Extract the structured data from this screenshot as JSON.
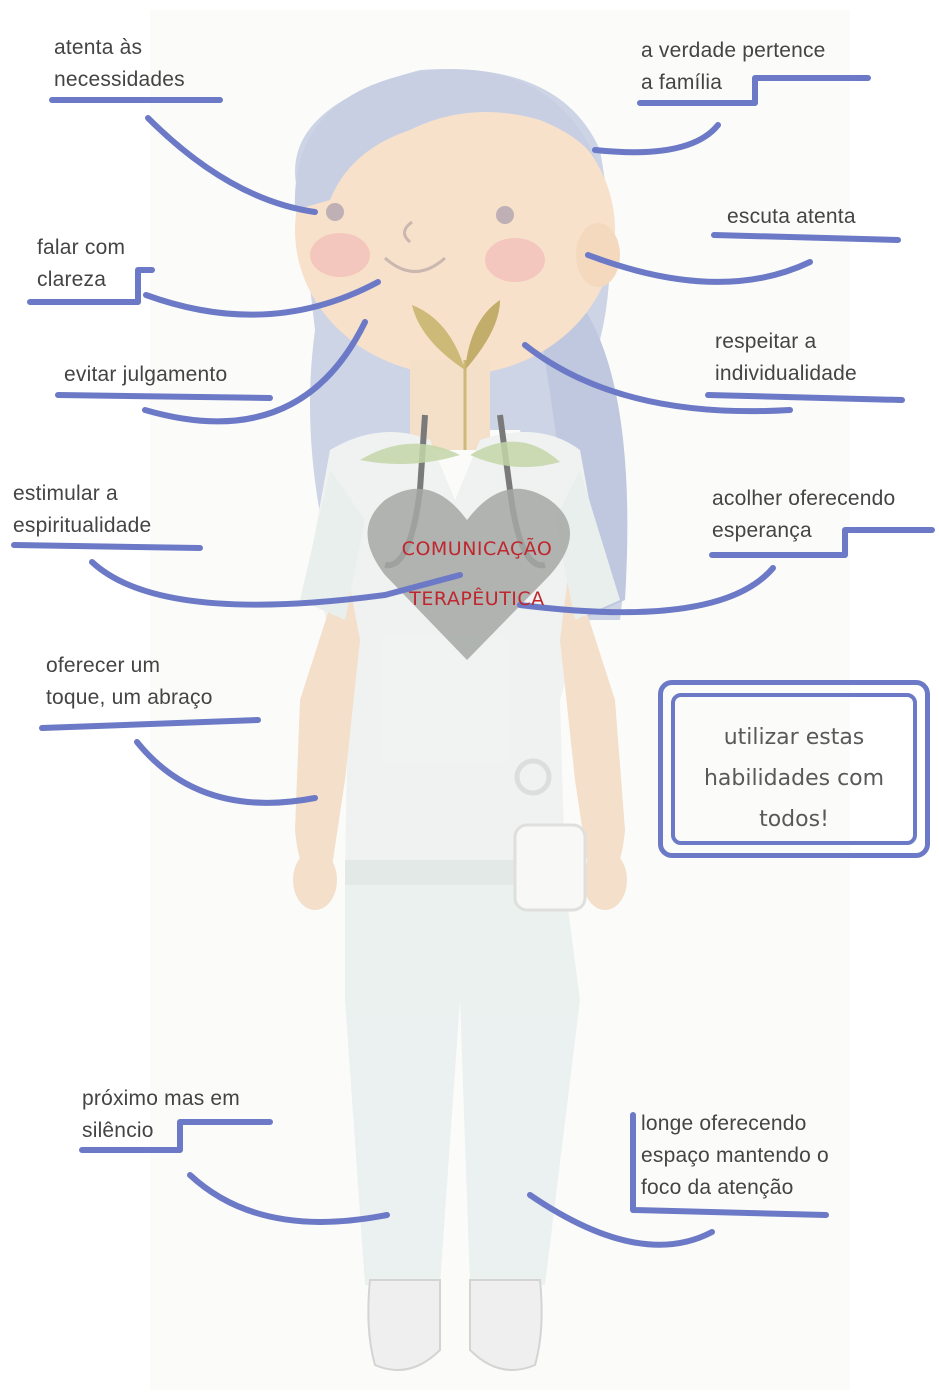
{
  "title": {
    "line1": "COMUNICAÇÃO",
    "line2": "TERAPÊUTICA"
  },
  "labels": [
    {
      "id": "atenta",
      "lines": [
        "atenta às",
        "necessidades"
      ]
    },
    {
      "id": "verdade",
      "lines": [
        "a verdade pertence",
        "a família"
      ]
    },
    {
      "id": "escuta",
      "lines": [
        "escuta atenta"
      ]
    },
    {
      "id": "falar",
      "lines": [
        "falar com",
        "clareza"
      ]
    },
    {
      "id": "respeitar",
      "lines": [
        "respeitar a",
        "individualidade"
      ]
    },
    {
      "id": "evitar",
      "lines": [
        "evitar julgamento"
      ]
    },
    {
      "id": "estimular",
      "lines": [
        "estimular a",
        "espiritualidade"
      ]
    },
    {
      "id": "acolher",
      "lines": [
        "acolher oferecendo",
        "esperança"
      ]
    },
    {
      "id": "toque",
      "lines": [
        "oferecer um",
        "toque, um abraço"
      ]
    },
    {
      "id": "proximo",
      "lines": [
        "próximo mas em",
        "silêncio"
      ]
    },
    {
      "id": "longe",
      "lines": [
        "longe oferecendo",
        "espaço mantendo o",
        "foco da atenção"
      ]
    }
  ],
  "note": {
    "lines": [
      "utilizar estas",
      "habilidades com",
      "todos!"
    ]
  },
  "colors": {
    "line": "#6c79c6",
    "title": "#c0262e",
    "label_text": "#444444",
    "hair": "#b9c3dc",
    "skin": "#f7dfc6",
    "uniform": "#eef2f0",
    "heart": "#a5a8a5",
    "leaf": "#c8b46a"
  }
}
